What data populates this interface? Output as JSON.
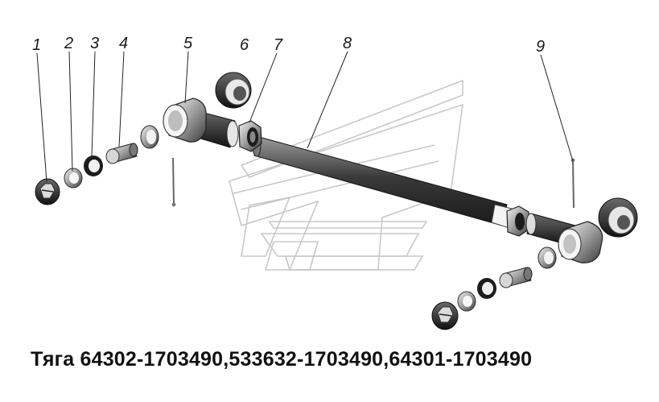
{
  "diagram": {
    "callouts": [
      {
        "id": "1",
        "label": "1"
      },
      {
        "id": "2",
        "label": "2"
      },
      {
        "id": "3",
        "label": "3"
      },
      {
        "id": "4",
        "label": "4"
      },
      {
        "id": "5",
        "label": "5"
      },
      {
        "id": "6",
        "label": "6"
      },
      {
        "id": "7",
        "label": "7"
      },
      {
        "id": "8",
        "label": "8"
      },
      {
        "id": "9",
        "label": "9"
      }
    ],
    "caption": "Тяга 64302-1703490,533632-1703490,64301-1703490",
    "watermark": "logo-mark"
  }
}
